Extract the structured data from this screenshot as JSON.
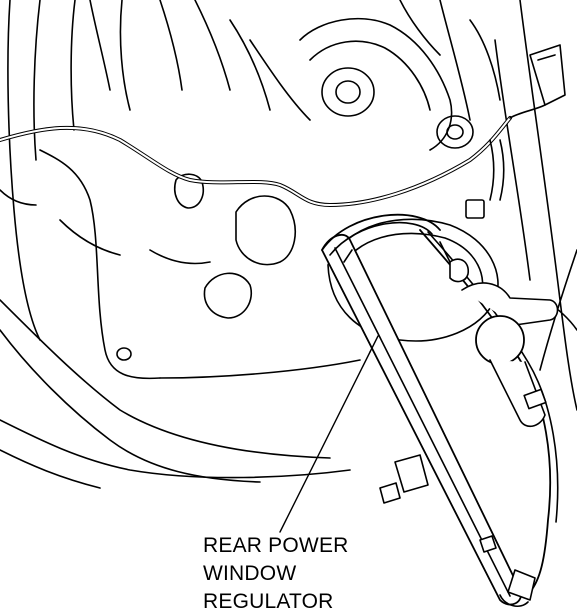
{
  "diagram": {
    "callout_label": {
      "line1": "REAR POWER",
      "line2": "WINDOW",
      "line3": "REGULATOR"
    },
    "colors": {
      "line": "#000000",
      "background": "#ffffff",
      "fill_part": "#ffffff"
    }
  }
}
